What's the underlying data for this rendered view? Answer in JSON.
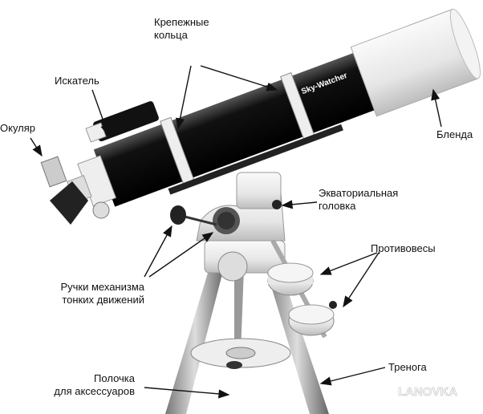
{
  "labels": {
    "rings": [
      "Крепежные",
      "кольца"
    ],
    "finder": "Искатель",
    "eyepiece": "Окуляр",
    "dew_shield": "Бленда",
    "equatorial_head": [
      "Экваториальная",
      "головка"
    ],
    "counterweights": "Противовесы",
    "slow_motion": [
      "Ручки механизма",
      "тонких движений"
    ],
    "tripod": "Тренога",
    "tray": [
      "Полочка",
      "для аксессуаров"
    ]
  },
  "brand_on_tube": "Sky-Watcher",
  "watermark": "LANOVKA"
}
